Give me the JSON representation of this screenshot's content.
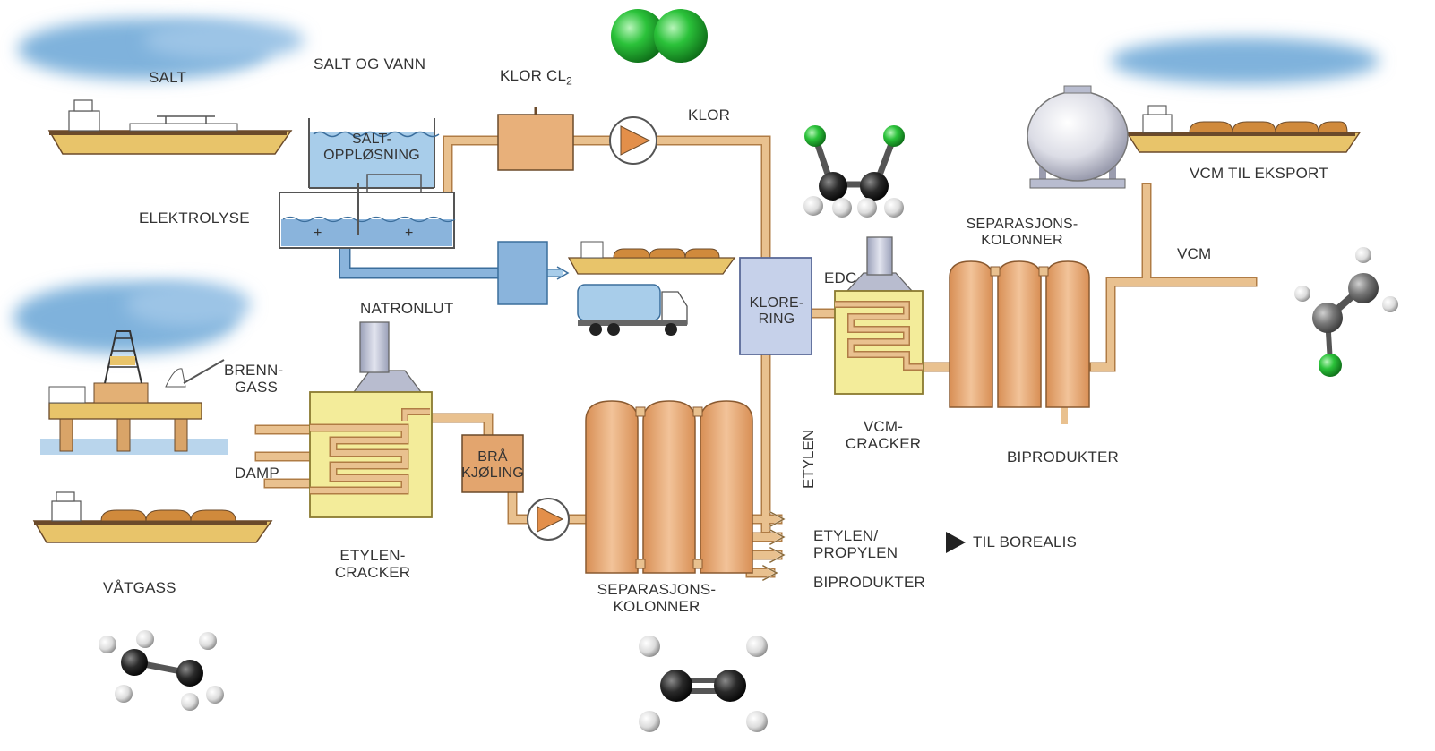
{
  "labels": {
    "salt": "SALT",
    "salt_og_vann": "SALT OG VANN",
    "klor_cl2_prefix": "KLOR CL",
    "klor_cl2_sub": "2",
    "klor": "KLOR",
    "salt_opplosning_1": "SALT-",
    "salt_opplosning_2": "OPPLØSNING",
    "elektrolyse": "ELEKTROLYSE",
    "natronlut": "NATRONLUT",
    "brenngass_1": "BRENN-",
    "brenngass_2": "GASS",
    "damp": "DAMP",
    "vatgass": "VÅTGASS",
    "etylen_cracker_1": "ETYLEN-",
    "etylen_cracker_2": "CRACKER",
    "bra_kjoling_1": "BRÅ",
    "bra_kjoling_2": "KJØLING",
    "sep_kolonner_bottom_1": "SEPARASJONS-",
    "sep_kolonner_bottom_2": "KOLONNER",
    "klorering_1": "KLORE-",
    "klorering_2": "RING",
    "etylen_vertical": "ETYLEN",
    "edc": "EDC",
    "vcm_cracker_1": "VCM-",
    "vcm_cracker_2": "CRACKER",
    "sep_kolonner_top_1": "SEPARASJONS-",
    "sep_kolonner_top_2": "KOLONNER",
    "vcm_til_eksport": "VCM TIL EKSPORT",
    "vcm": "VCM",
    "biprodukter_right": "BIPRODUKTER",
    "etylen_propylen_1": "ETYLEN/",
    "etylen_propylen_2": "PROPYLEN",
    "til_borealis": "TIL BOREALIS",
    "biprodukter_bottom": "BIPRODUKTER"
  },
  "colors": {
    "pipe": "#e9c18f",
    "column": "#e3a56e",
    "cracker": "#f3ec9a",
    "water": "#a8cdea",
    "blue_tank": "#8ab4dc",
    "ship_hull": "#e8c46a",
    "chlorine": "#2bc23a",
    "carbon": "#2a2a2a",
    "hydrogen": "#e6e6e6",
    "cloud": "#7fb2dc"
  },
  "icons": [
    "cloud-icon",
    "ship-icon",
    "oil-rig-icon",
    "truck-icon",
    "pump-icon",
    "arrow-right-icon",
    "molecule-icon"
  ]
}
